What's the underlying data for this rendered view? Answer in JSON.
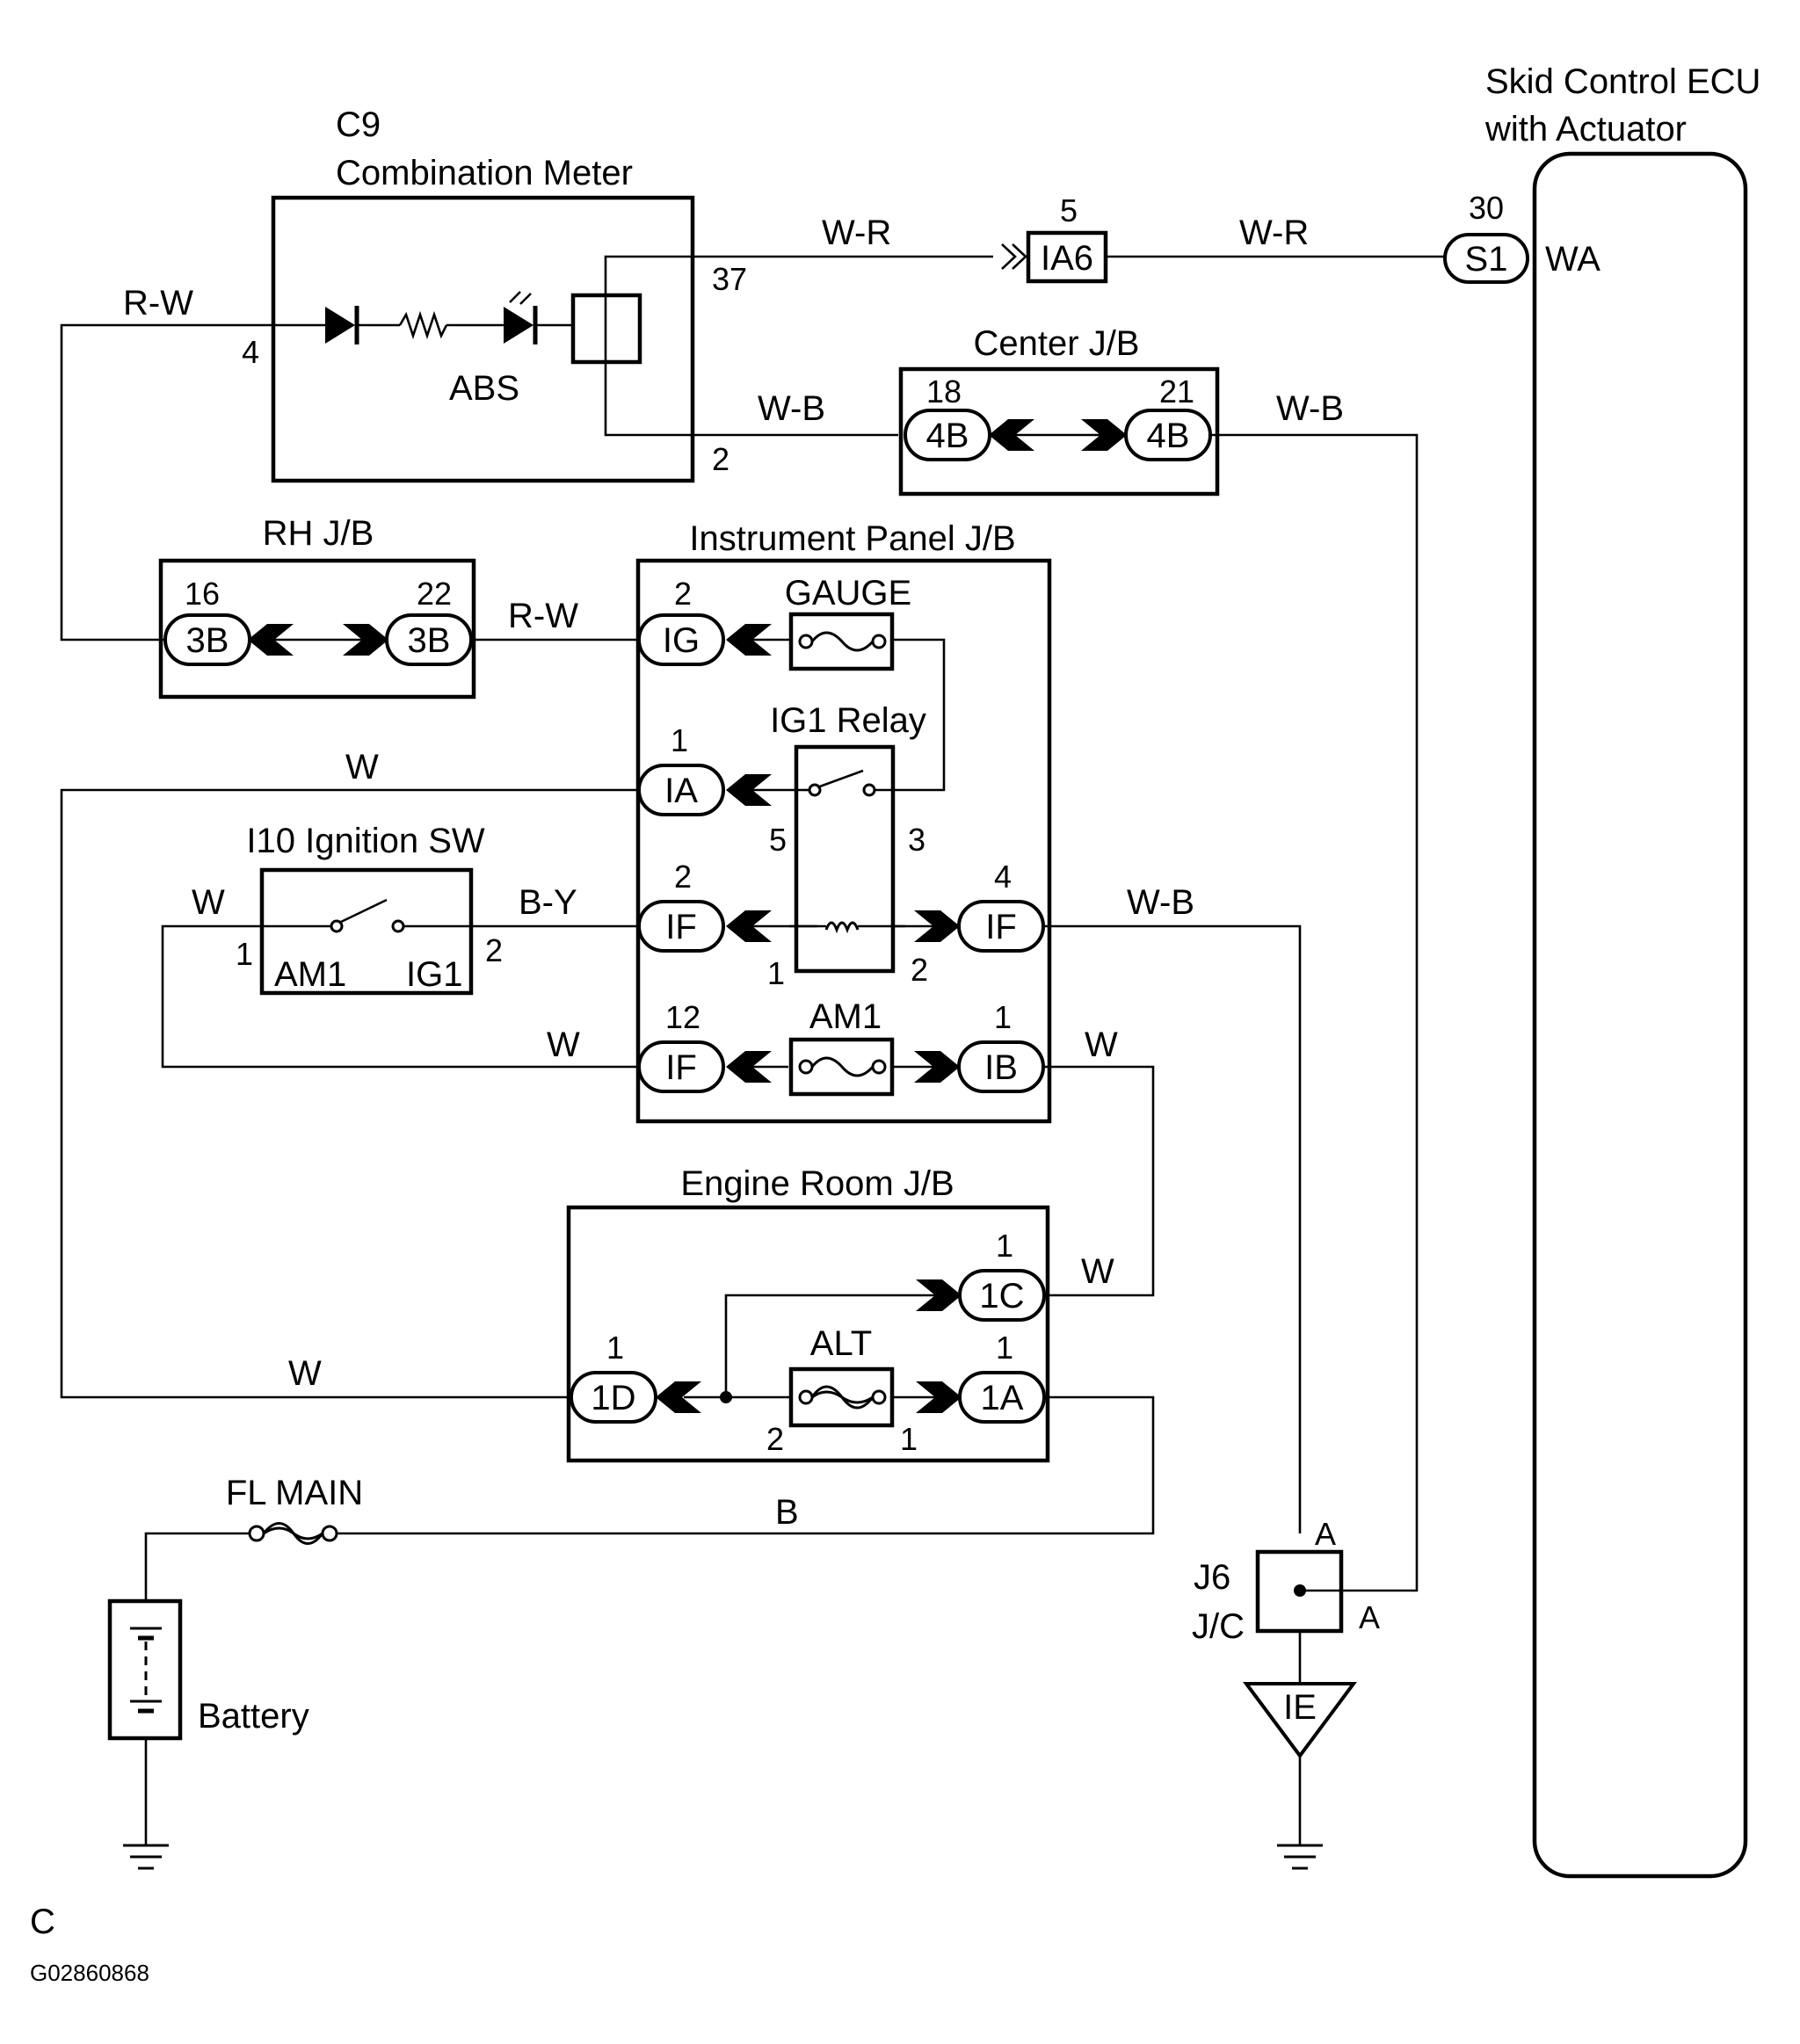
{
  "components": {
    "combination_meter": {
      "code": "C9",
      "name": "Combination Meter",
      "lamp": "ABS",
      "pins": {
        "left": "4",
        "top_right": "37",
        "bottom_right": "2"
      }
    },
    "skid_ecu": {
      "line1": "Skid Control ECU",
      "line2": "with Actuator",
      "terminal": "WA",
      "pin": "30",
      "connector": "S1"
    },
    "ia6": {
      "connector": "IA6",
      "pin": "5"
    },
    "center_jb": {
      "title": "Center J/B",
      "left_pin": "18",
      "left_conn": "4B",
      "right_pin": "21",
      "right_conn": "4B"
    },
    "rh_jb": {
      "title": "RH J/B",
      "left_pin": "16",
      "left_conn": "3B",
      "right_pin": "22",
      "right_conn": "3B"
    },
    "ip_jb": {
      "title": "Instrument Panel J/B",
      "gauge_fuse": "GAUGE",
      "relay": "IG1 Relay",
      "am1_fuse": "AM1",
      "connectors": {
        "ig": {
          "pin": "2",
          "conn": "IG"
        },
        "ia": {
          "pin": "1",
          "conn": "IA"
        },
        "if_left": {
          "pin": "2",
          "conn": "IF"
        },
        "if_right": {
          "pin": "4",
          "conn": "IF"
        },
        "if_bottom": {
          "pin": "12",
          "conn": "IF"
        },
        "ib": {
          "pin": "1",
          "conn": "IB"
        }
      },
      "relay_pins": {
        "p5": "5",
        "p3": "3",
        "p1": "1",
        "p2": "2"
      }
    },
    "ignition_sw": {
      "title": "I10 Ignition SW",
      "am1": "AM1",
      "ig1": "IG1",
      "pin_left": "1",
      "pin_right": "2"
    },
    "engine_jb": {
      "title": "Engine Room J/B",
      "alt_fuse": "ALT",
      "connectors": {
        "c1c": {
          "pin": "1",
          "conn": "1C"
        },
        "c1d": {
          "pin": "1",
          "conn": "1D"
        },
        "c1a": {
          "pin": "1",
          "conn": "1A"
        }
      },
      "alt_pins": {
        "left": "2",
        "right": "1"
      }
    },
    "fl_main": "FL MAIN",
    "battery": "Battery",
    "j6": {
      "code": "J6",
      "name": "J/C",
      "pin_top": "A",
      "pin_right": "A"
    },
    "ground_ie": "IE"
  },
  "wires": {
    "rw_top": "R-W",
    "wr_left": "W-R",
    "wr_right": "W-R",
    "wb_meter": "W-B",
    "wb_center": "W-B",
    "rw_mid": "R-W",
    "w_ia": "W",
    "w_ign": "W",
    "by": "B-Y",
    "wb_if": "W-B",
    "w_if12": "W",
    "w_ib": "W",
    "w_1c": "W",
    "w_1d": "W",
    "b": "B"
  },
  "footer": {
    "section": "C",
    "figure_id": "G02860868"
  }
}
